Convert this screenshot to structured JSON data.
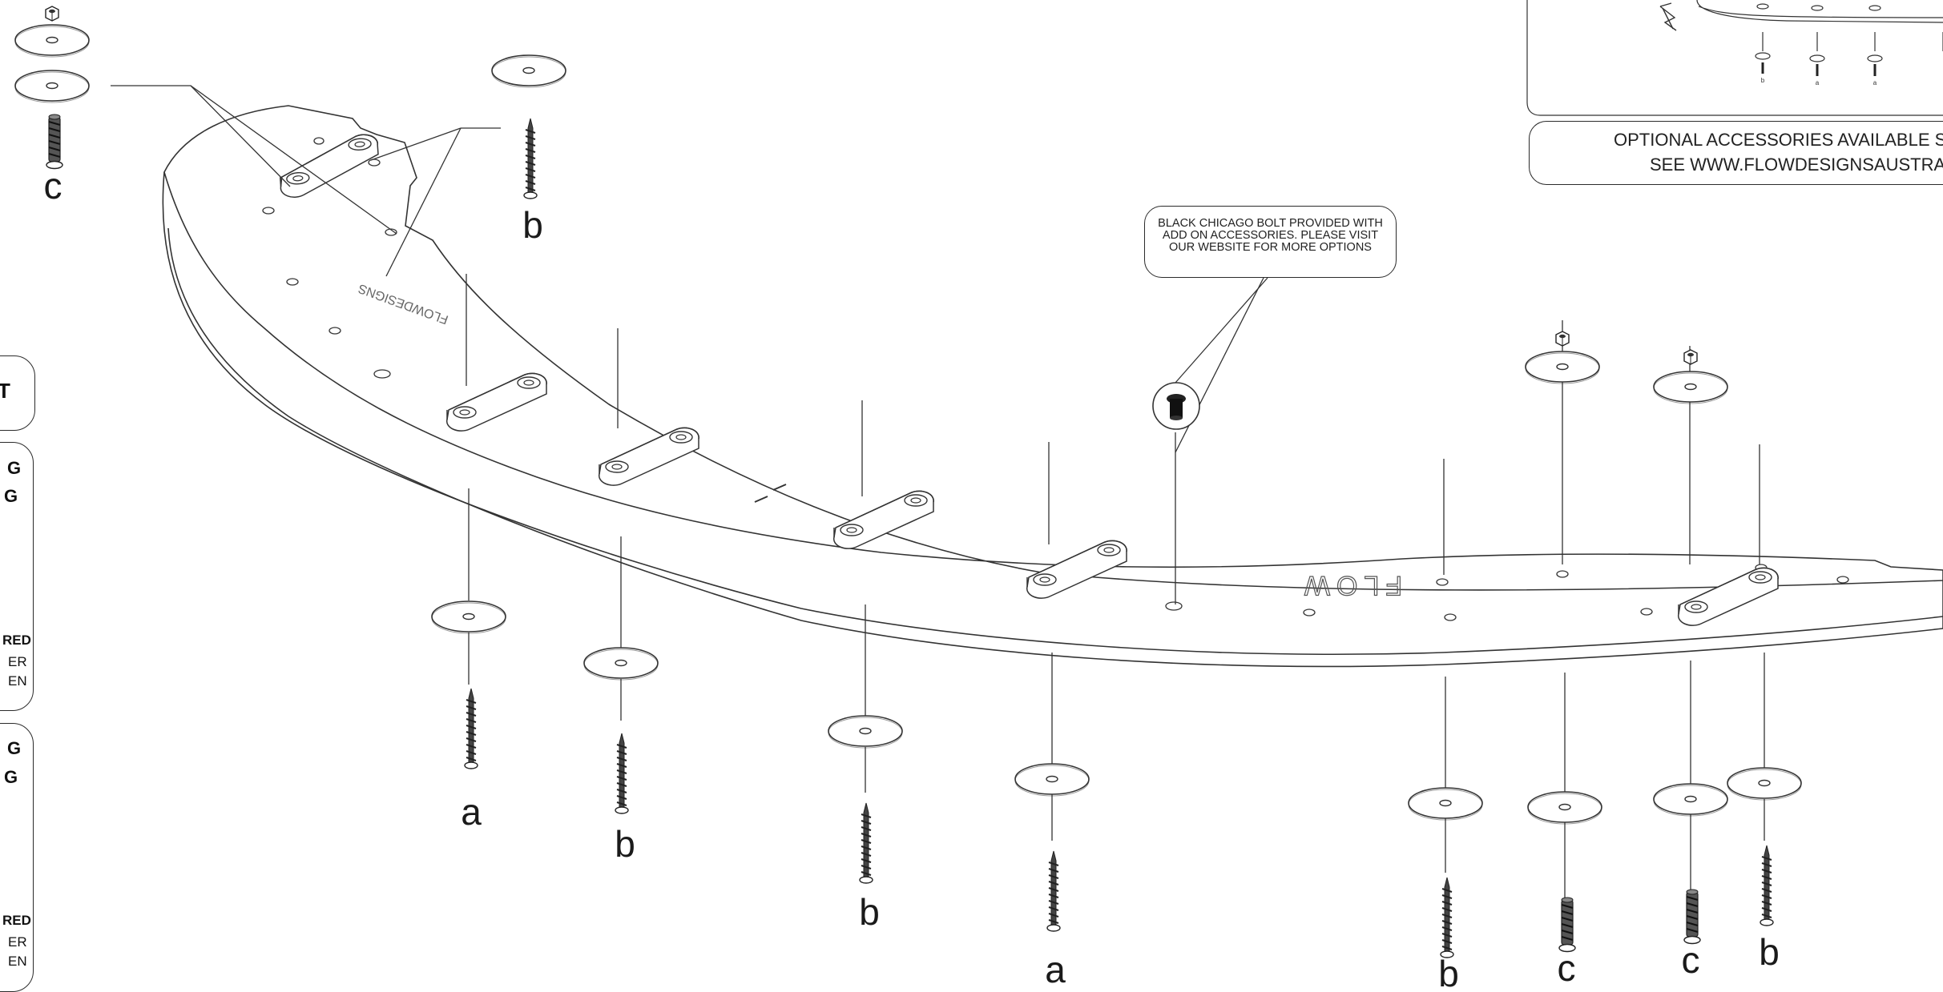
{
  "callout": {
    "text": "BLACK CHICAGO BOLT PROVIDED WITH ADD ON ACCESSORIES. PLEASE VISIT OUR WEBSITE FOR MORE OPTIONS"
  },
  "optional_panel": {
    "line1": "OPTIONAL ACCESSORIES AVAILABLE S",
    "line2": "SEE WWW.FLOWDESIGNSAUSTRA"
  },
  "inset_labels": [
    "b",
    "a",
    "a"
  ],
  "part_labels": {
    "top_left_c": "c",
    "top_b": "b",
    "bottom": [
      "a",
      "b",
      "b",
      "a",
      "b",
      "c",
      "c",
      "b"
    ]
  },
  "brand_marks": {
    "center": "FLOW",
    "side": "FLOWDESIGNS"
  },
  "left_cards": {
    "card1": {
      "letter": "T"
    },
    "card2": {
      "l1": "G",
      "l2": "G",
      "l3": "RED",
      "l4": "ER",
      "l5": "EN"
    },
    "card3": {
      "l1": "G",
      "l2": "G",
      "l3": "RED",
      "l4": "ER",
      "l5": "EN"
    }
  }
}
